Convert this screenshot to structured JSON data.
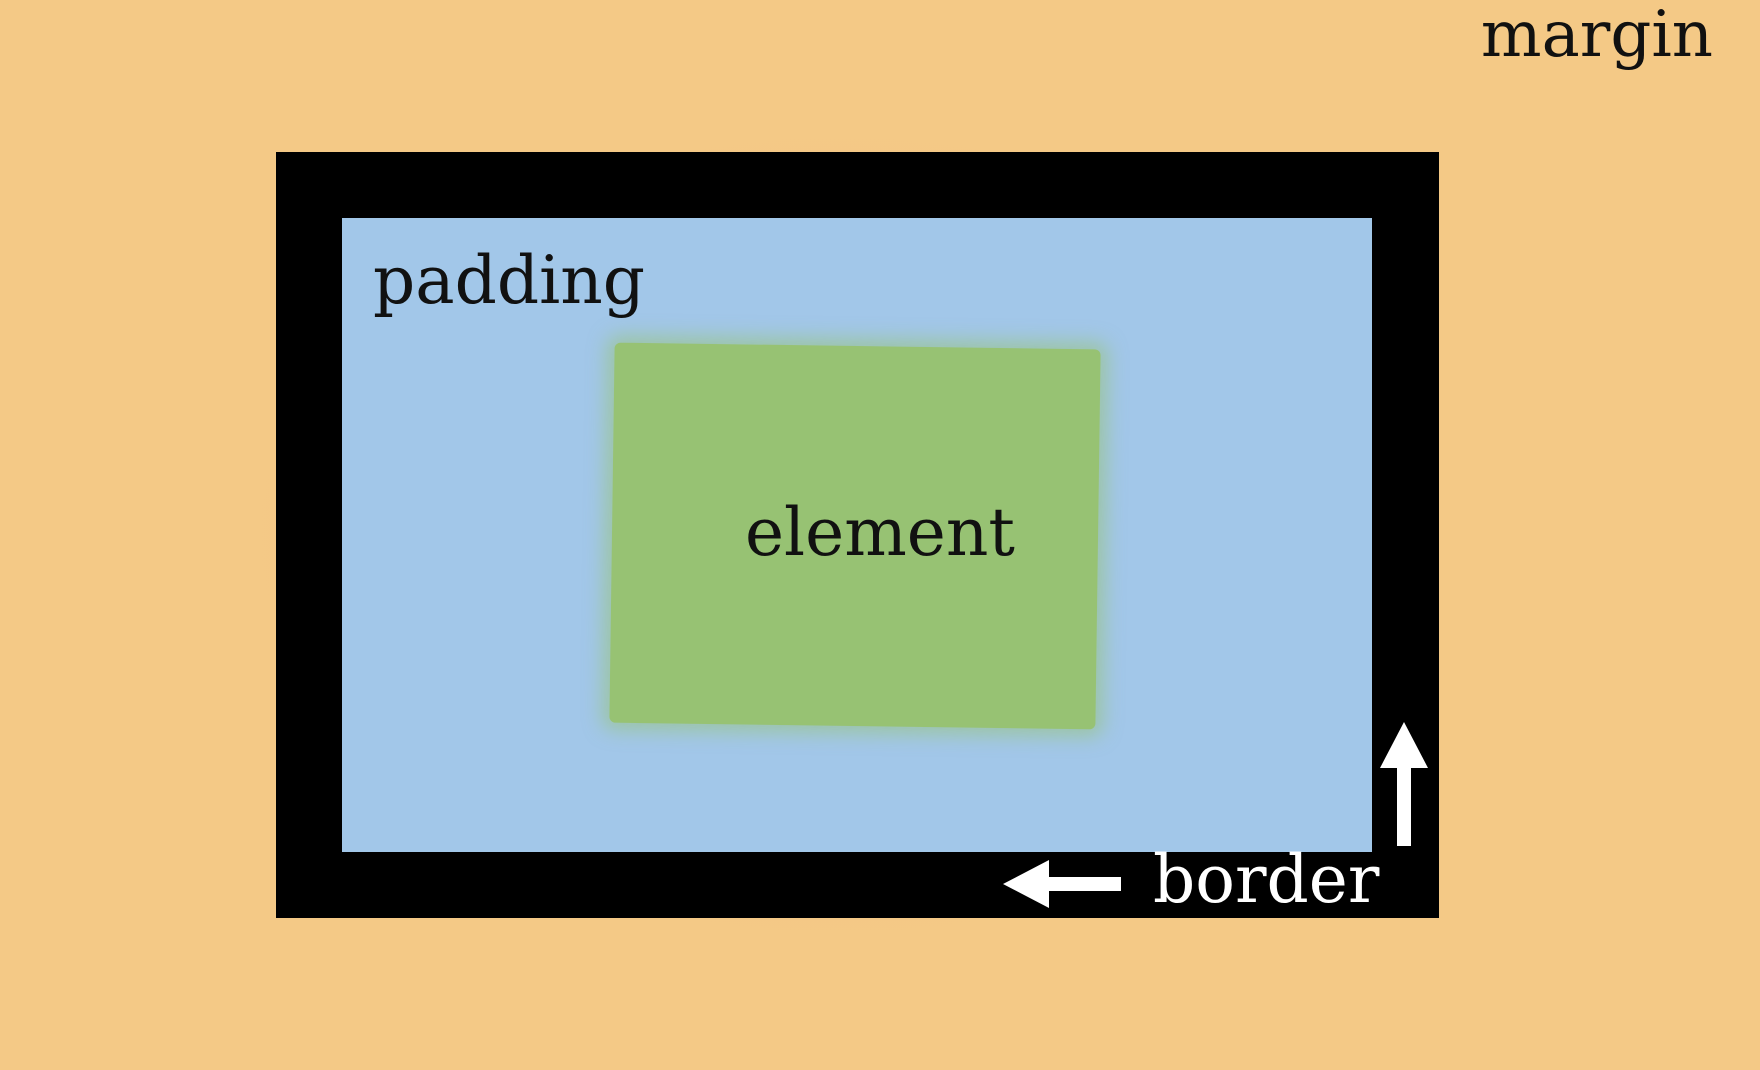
{
  "diagram": {
    "labels": {
      "margin": "margin",
      "padding": "padding",
      "element": "element",
      "border": "border"
    },
    "colors": {
      "margin": "#f4c986",
      "border": "#000000",
      "padding": "#a2c7e9",
      "element": "#97c273",
      "text_dark": "#111111",
      "text_light": "#ffffff"
    },
    "icons": [
      "arrow-left-icon",
      "arrow-up-icon"
    ]
  }
}
